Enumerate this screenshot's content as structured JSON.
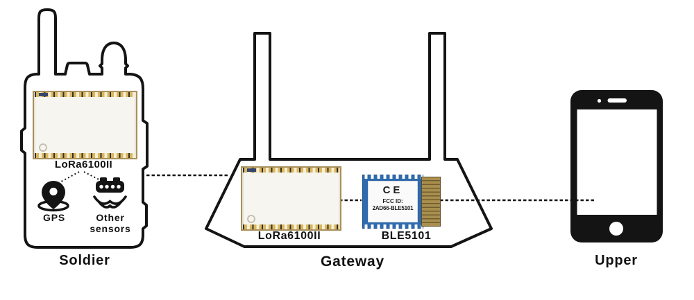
{
  "soldier": {
    "caption": "Soldier",
    "module_label": "LoRa6100II",
    "gps_label": "GPS",
    "sensors_label": "Other sensors"
  },
  "gateway": {
    "caption": "Gateway",
    "lora_label": "LoRa6100II",
    "ble_label": "BLE5101",
    "ble_ce": "CE",
    "ble_fcc_line1": "FCC ID:",
    "ble_fcc_line2": "2AD66-BLE5101"
  },
  "upper": {
    "caption": "Upper"
  },
  "icons": {
    "soldier_device": "handheld-radio-icon",
    "gps": "map-pin-icon",
    "other_sensors": "sensor-waves-icon",
    "gateway_device": "router-icon",
    "upper_device": "smartphone-icon"
  },
  "colors": {
    "outline": "#141414",
    "module_border": "#a8905c",
    "module_face": "#f7f5ef",
    "pad_gold": "#d9b75f",
    "ble_blue": "#2e6aad",
    "pin_gold": "#a98f4d",
    "shield_face": "#fafafa"
  }
}
